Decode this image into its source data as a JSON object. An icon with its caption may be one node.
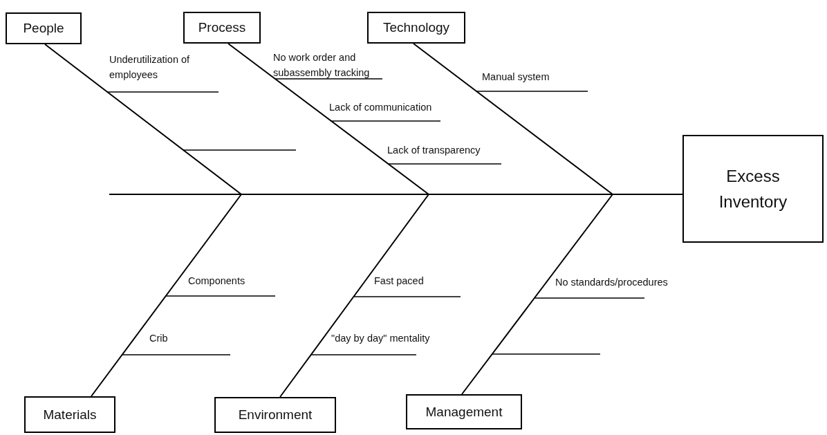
{
  "diagram": {
    "nodes": [
      {
        "text": [
          "People"
        ]
      },
      {
        "text": [
          "Process"
        ]
      },
      {
        "text": [
          "Technology"
        ]
      },
      {
        "text": [
          "Excess Inventory"
        ]
      },
      {
        "text": [
          "Materials"
        ]
      },
      {
        "text": [
          "Environment"
        ]
      },
      {
        "text": [
          "Management"
        ]
      }
    ],
    "edges": [
      {
        "from": 0,
        "to": 3,
        "arrow": "none"
      },
      {
        "from": 1,
        "to": 3,
        "arrow": "none"
      },
      {
        "from": 2,
        "to": 3,
        "arrow": "none"
      },
      {
        "from": 4,
        "to": 3,
        "arrow": "none"
      },
      {
        "from": 5,
        "to": 3,
        "arrow": "none"
      },
      {
        "from": 6,
        "to": 3,
        "arrow": "none"
      }
    ],
    "labels": [
      "Underutilization of employees",
      "No work order and subassembly tracking",
      "Manual system",
      "Lack of communication",
      "Lack of transparency",
      "Components",
      "Fast paced",
      "No standards/procedures",
      "Crib",
      "\"day by day\" mentality"
    ]
  }
}
